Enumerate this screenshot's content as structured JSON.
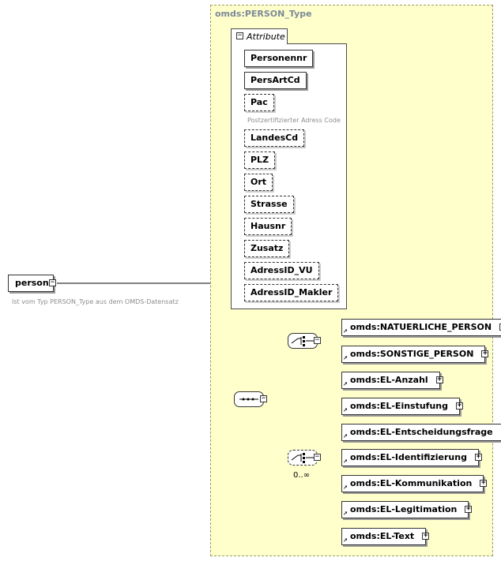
{
  "type_box": {
    "title": "omds:PERSON_Type"
  },
  "attribute_group": {
    "label": "Attribute",
    "attributes": [
      {
        "name": "Personennr",
        "required": true,
        "doc": ""
      },
      {
        "name": "PersArtCd",
        "required": true,
        "doc": ""
      },
      {
        "name": "Pac",
        "required": false,
        "doc": "Postzertifizierter Adress Code"
      },
      {
        "name": "LandesCd",
        "required": false,
        "doc": ""
      },
      {
        "name": "PLZ",
        "required": false,
        "doc": ""
      },
      {
        "name": "Ort",
        "required": false,
        "doc": ""
      },
      {
        "name": "Strasse",
        "required": false,
        "doc": ""
      },
      {
        "name": "Hausnr",
        "required": false,
        "doc": ""
      },
      {
        "name": "Zusatz",
        "required": false,
        "doc": ""
      },
      {
        "name": "AdressID_VU",
        "required": false,
        "doc": ""
      },
      {
        "name": "AdressID_Makler",
        "required": false,
        "doc": ""
      }
    ]
  },
  "root_element": {
    "name": "person",
    "doc": "Ist vom Typ PERSON_Type aus dem OMDS-Datensatz"
  },
  "choice_1": {
    "elements": [
      "omds:NATUERLICHE_PERSON",
      "omds:SONSTIGE_PERSON"
    ]
  },
  "choice_2": {
    "occurrence": "0..∞",
    "elements": [
      "omds:EL-Anzahl",
      "omds:EL-Einstufung",
      "omds:EL-Entscheidungsfrage",
      "omds:EL-Identifizierung",
      "omds:EL-Kommunikation",
      "omds:EL-Legitimation",
      "omds:EL-Text"
    ]
  },
  "symbols": {
    "collapse": "−",
    "expand": "+",
    "ref_arrow": "↗"
  }
}
